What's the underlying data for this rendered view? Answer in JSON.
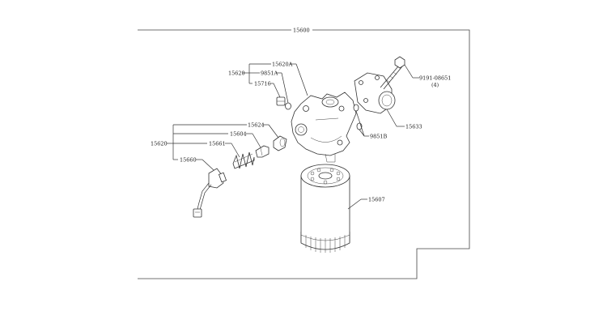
{
  "labels": {
    "assembly": "15600",
    "bracket_group": "15620",
    "head": "15620A",
    "washer_a": "9851A",
    "plug": "15716",
    "bolt": "9191-08651",
    "bolt_qty": "(4)",
    "washer_b": "9851B",
    "flange": "15633",
    "valve_group": "15620",
    "valve_seat": "15624",
    "valve": "15604",
    "spring": "15661",
    "switch": "15660",
    "filter": "15607"
  }
}
